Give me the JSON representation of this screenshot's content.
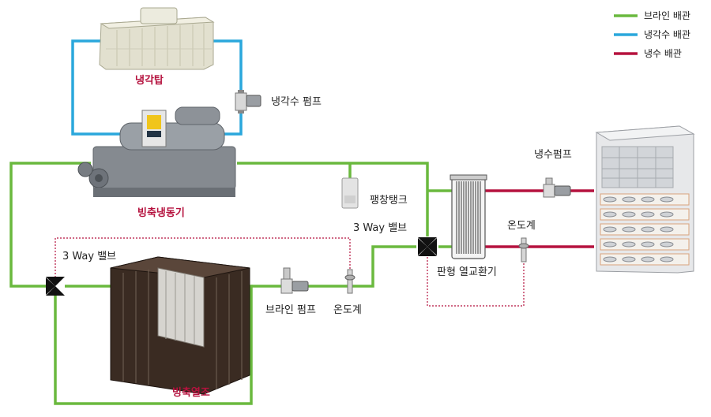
{
  "legend": {
    "brine": {
      "label": "브라인 배관",
      "color": "#6ab93e"
    },
    "cooling_water": {
      "label": "냉각수 배관",
      "color": "#2aa7dc"
    },
    "chilled_water": {
      "label": "냉수 배관",
      "color": "#b5123e"
    }
  },
  "labels": {
    "cooling_tower": "냉각탑",
    "cooling_water_pump": "냉각수 펌프",
    "ice_chiller": "빙축냉동기",
    "expansion_tank": "팽창탱크",
    "three_way_valve_right": "3 Way 밸브",
    "three_way_valve_left": "3 Way 밸브",
    "chilled_water_pump": "냉수펌프",
    "thermometer_right": "온도계",
    "plate_heat_exchanger": "판형 열교환기",
    "brine_pump": "브라인 펌프",
    "thermometer_bottom": "온도계",
    "ice_storage_tank": "빙축열조"
  }
}
